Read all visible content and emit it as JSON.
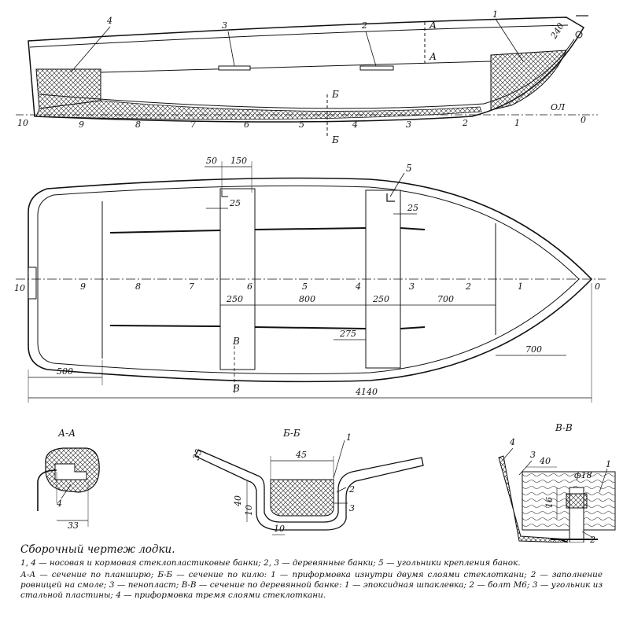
{
  "side_view": {
    "station_numbers": [
      "10",
      "9",
      "8",
      "7",
      "6",
      "5",
      "4",
      "3",
      "2",
      "1",
      "0"
    ],
    "callouts": [
      "4",
      "3",
      "2",
      "1"
    ],
    "section_marks": {
      "a_top": "А",
      "a_bottom": "А",
      "b_top": "Б",
      "b_bottom": "Б"
    },
    "dim_240": "240",
    "waterline": "ОЛ"
  },
  "plan_view": {
    "dims": {
      "d50": "50",
      "d150": "150",
      "d25a": "25",
      "d25b": "25",
      "d250a": "250",
      "d800": "800",
      "d250b": "250",
      "d700a": "700",
      "d275": "275",
      "d700b": "700",
      "d500": "500",
      "d4140": "4140"
    },
    "callout_5": "5",
    "stations": [
      "10",
      "9",
      "8",
      "7",
      "6",
      "5",
      "4",
      "3",
      "2",
      "1",
      "0"
    ],
    "b_mark_top": "В",
    "b_mark_bottom": "В"
  },
  "section_aa": {
    "title": "А-А",
    "callout": "4",
    "dim": "33"
  },
  "section_bb": {
    "title": "Б-Б",
    "d35": "35",
    "d45": "45",
    "d40": "40",
    "d10a": "10",
    "d10b": "10",
    "callouts": [
      "1",
      "2",
      "3"
    ]
  },
  "section_vv": {
    "title": "В-В",
    "d40": "40",
    "phi": "ф18",
    "d16": "16",
    "callouts": [
      "4",
      "3",
      "1",
      "2"
    ]
  },
  "caption": {
    "title": "Сборочный чертеж лодки.",
    "line1": "1, 4 — носовая и кормовая стеклопластиковые банки; 2, 3 — деревянные банки; 5 — угольники крепления банок.",
    "line2": "А-А — сечение по планширю; Б-Б — сечение по килю: 1 — приформовка изнутри двумя слоями стеклоткани; 2 — заполнение ровницей на смоле; 3 — пенопласт; В-В — сечение по деревянной банке: 1 — эпоксидная шпаклевка; 2 — болт М6; 3 — угольник из стальной пластины; 4 — приформовка тремя слоями стеклоткани."
  }
}
